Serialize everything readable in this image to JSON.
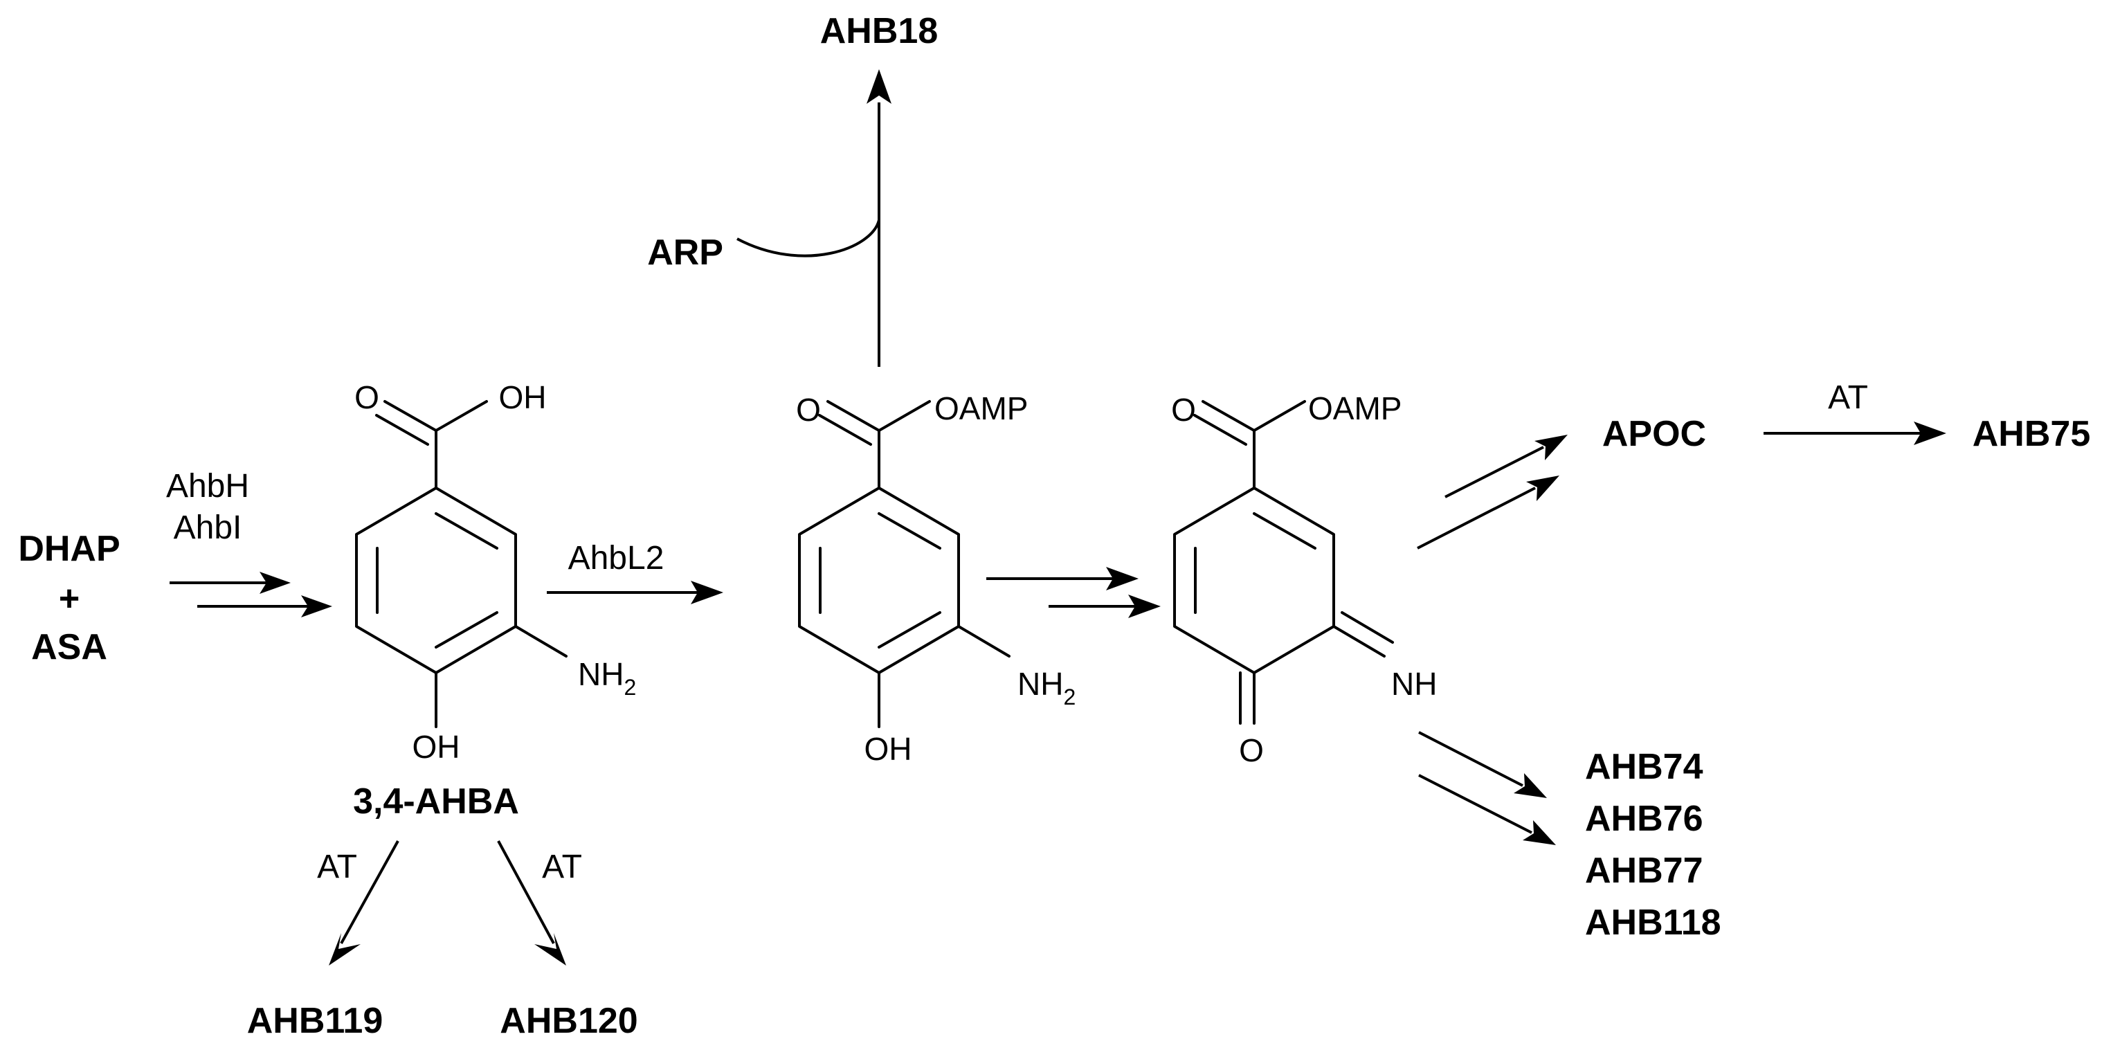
{
  "compounds": {
    "dhap": "DHAP",
    "plus": "+",
    "asa": "ASA",
    "ahba": "3,4-AHBA",
    "ahb18": "AHB18",
    "arp": "ARP",
    "apoc": "APOC",
    "ahb75": "AHB75",
    "ahb119": "AHB119",
    "ahb120": "AHB120",
    "products_list": [
      "AHB74",
      "AHB76",
      "AHB77",
      "AHB118"
    ]
  },
  "enzymes": {
    "ahbh": "AhbH",
    "ahbi": "AhbI",
    "ahbl2": "AhbL2",
    "at": "AT"
  },
  "atoms": {
    "o": "O",
    "oh": "OH",
    "oamp": "OAMP",
    "nh": "NH",
    "nh2_main": "NH",
    "nh2_sub": "2"
  }
}
